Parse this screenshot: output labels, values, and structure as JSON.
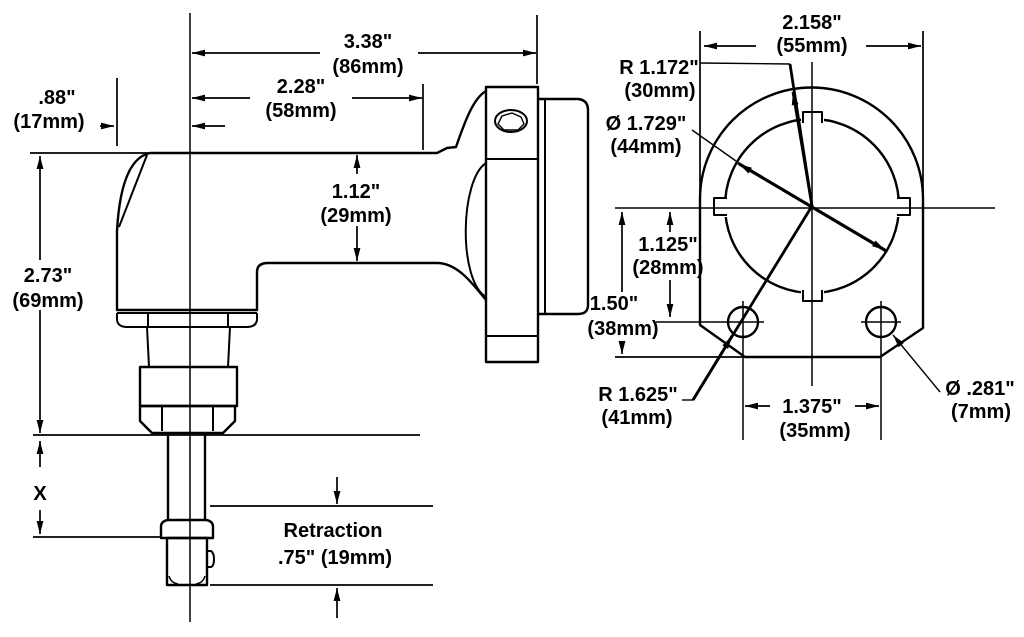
{
  "colors": {
    "background": "#ffffff",
    "line": "#000000"
  },
  "side_view": {
    "overall_length": {
      "in": "3.38\"",
      "mm": "(86mm)"
    },
    "arm_length": {
      "in": "2.28\"",
      "mm": "(58mm)"
    },
    "pivot_offset": {
      "in": ".88\"",
      "mm": "(17mm)"
    },
    "arm_height": {
      "in": "1.12\"",
      "mm": "(29mm)"
    },
    "body_height": {
      "in": "2.73\"",
      "mm": "(69mm)"
    },
    "extension": {
      "label": "X"
    },
    "retraction": {
      "label": "Retraction",
      "value": ".75\" (19mm)"
    }
  },
  "face_view": {
    "plate_width": {
      "in": "2.158\"",
      "mm": "(55mm)"
    },
    "corner_radius_top": {
      "in": "R 1.172\"",
      "mm": "(30mm)"
    },
    "bore_diameter": {
      "in": "Ø 1.729\"",
      "mm": "(44mm)"
    },
    "hole_center_drop": {
      "in": "1.125\"",
      "mm": "(28mm)"
    },
    "bottom_edge_drop": {
      "in": "1.50\"",
      "mm": "(38mm)"
    },
    "corner_radius_bottom": {
      "in": "R 1.625\"",
      "mm": "(41mm)"
    },
    "hole_diameter": {
      "in": "Ø .281\"",
      "mm": "(7mm)"
    },
    "hole_spacing": {
      "in": "1.375\"",
      "mm": "(35mm)"
    }
  }
}
